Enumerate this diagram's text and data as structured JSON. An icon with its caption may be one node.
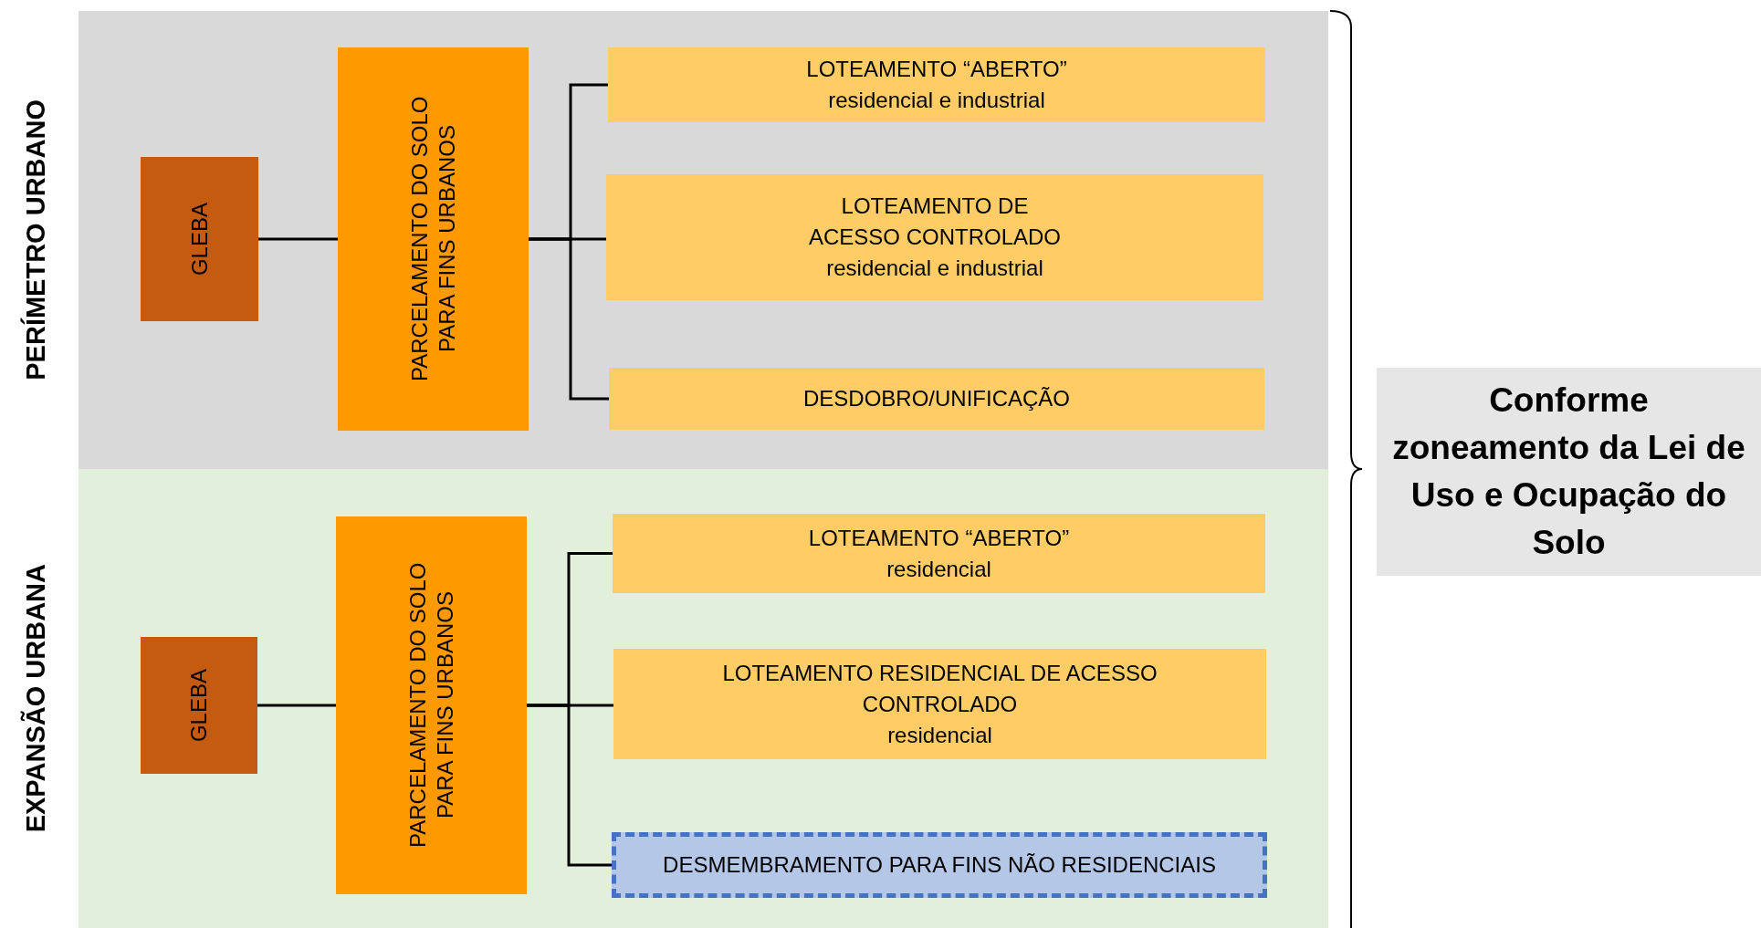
{
  "diagram": {
    "nodes": [
      {
        "text": [
          "PERÍMETRO URBANO"
        ]
      },
      {
        "text": [
          "GLEBA"
        ],
        "in": 0
      },
      {
        "text": [
          "PARCELAMENTO DO SOLO PARA FINS URBANOS"
        ],
        "in": 0
      },
      {
        "text": [
          "LOTEAMENTO “ABERTO”",
          "residencial e industrial"
        ],
        "in": 0
      },
      {
        "text": [
          "LOTEAMENTO DE ACESSO CONTROLADO",
          "residencial e industrial"
        ],
        "in": 0
      },
      {
        "text": [
          "DESDOBRO/UNIFICAÇÃO"
        ],
        "in": 0
      },
      {
        "text": [
          "EXPANSÃO URBANA"
        ]
      },
      {
        "text": [
          "GLEBA"
        ],
        "in": 6
      },
      {
        "text": [
          "PARCELAMENTO DO SOLO PARA FINS URBANOS"
        ],
        "in": 6
      },
      {
        "text": [
          "LOTEAMENTO “ABERTO”",
          "residencial"
        ],
        "in": 6
      },
      {
        "text": [
          "LOTEAMENTO RESIDENCIAL DE ACESSO CONTROLADO",
          "residencial"
        ],
        "in": 6
      },
      {
        "text": [
          "DESMEMBRAMENTO PARA FINS NÃO RESIDENCIAIS"
        ],
        "in": 6
      },
      {
        "text": [
          "Conforme zoneamento da Lei de Uso e Ocupação do Solo"
        ]
      }
    ],
    "edges": [
      {
        "from": 1,
        "to": 2,
        "arrow": "none"
      },
      {
        "from": 2,
        "to": 3,
        "arrow": "none"
      },
      {
        "from": 2,
        "to": 4,
        "arrow": "none"
      },
      {
        "from": 2,
        "to": 5,
        "arrow": "none"
      },
      {
        "from": 7,
        "to": 8,
        "arrow": "none"
      },
      {
        "from": 8,
        "to": 9,
        "arrow": "none"
      },
      {
        "from": 8,
        "to": 10,
        "arrow": "none"
      },
      {
        "from": 8,
        "to": 11,
        "arrow": "none"
      }
    ]
  }
}
